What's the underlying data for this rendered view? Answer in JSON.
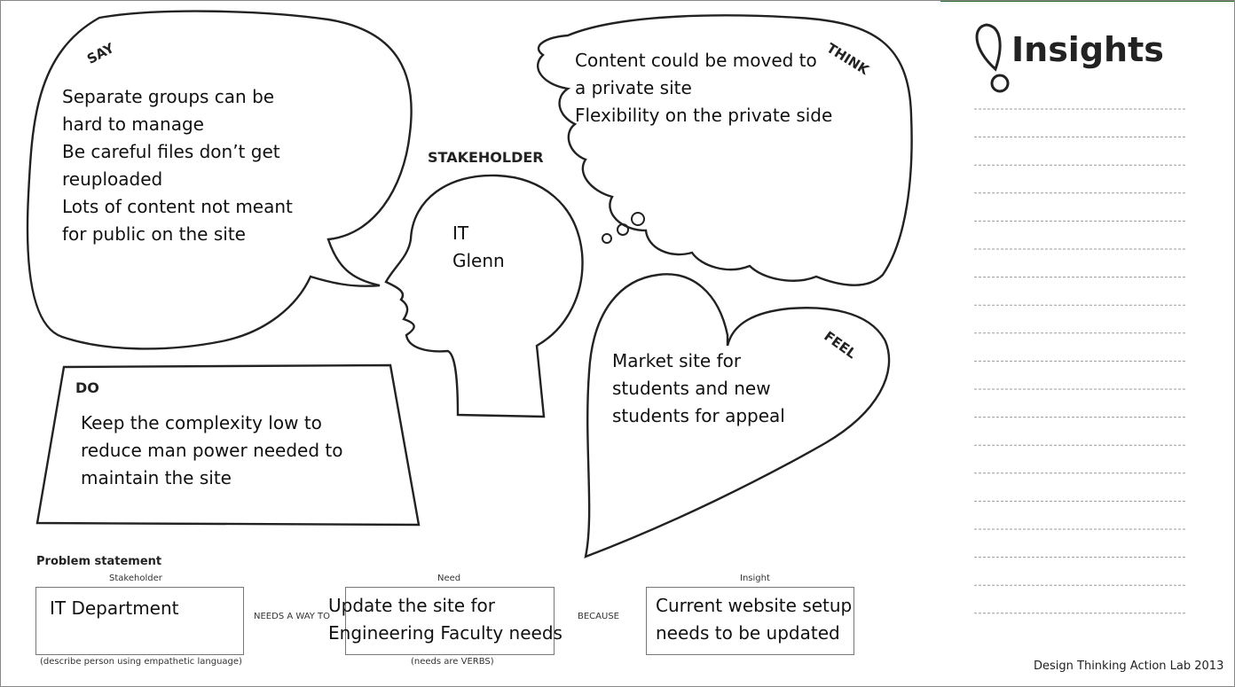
{
  "say": {
    "label": "SAY",
    "text": "Separate groups can be\nhard to manage\nBe careful files don’t get\nreuploaded\nLots of content not meant\nfor public on the site"
  },
  "think": {
    "label": "THINK",
    "text": "Content could be moved to\na private site\nFlexibility on the private side"
  },
  "stakeholder": {
    "label": "STAKEHOLDER",
    "text": "IT\nGlenn"
  },
  "do": {
    "label": "DO",
    "text": "Keep the complexity low to\nreduce man power needed to\nmaintain the site"
  },
  "feel": {
    "label": "FEEL",
    "text": "Market site for\nstudents and new\nstudents for appeal"
  },
  "insights": {
    "title": "Insights",
    "line_count": 19
  },
  "problem_statement": {
    "title": "Problem statement",
    "stakeholder": {
      "header": "Stakeholder",
      "value": "IT Department",
      "caption": "(describe person using empathetic language)"
    },
    "connector1": "NEEDS A WAY TO",
    "need": {
      "header": "Need",
      "value": "Update the site for\nEngineering Faculty needs",
      "caption": "(needs are VERBS)"
    },
    "connector2": "BECAUSE",
    "insight": {
      "header": "Insight",
      "value": "Current website setup\nneeds to be updated"
    }
  },
  "footer": "Design Thinking Action Lab 2013",
  "colors": {
    "accent_bar": "#2f6b2f",
    "outline": "#222222",
    "dashed_line": "#9a9a9a"
  }
}
